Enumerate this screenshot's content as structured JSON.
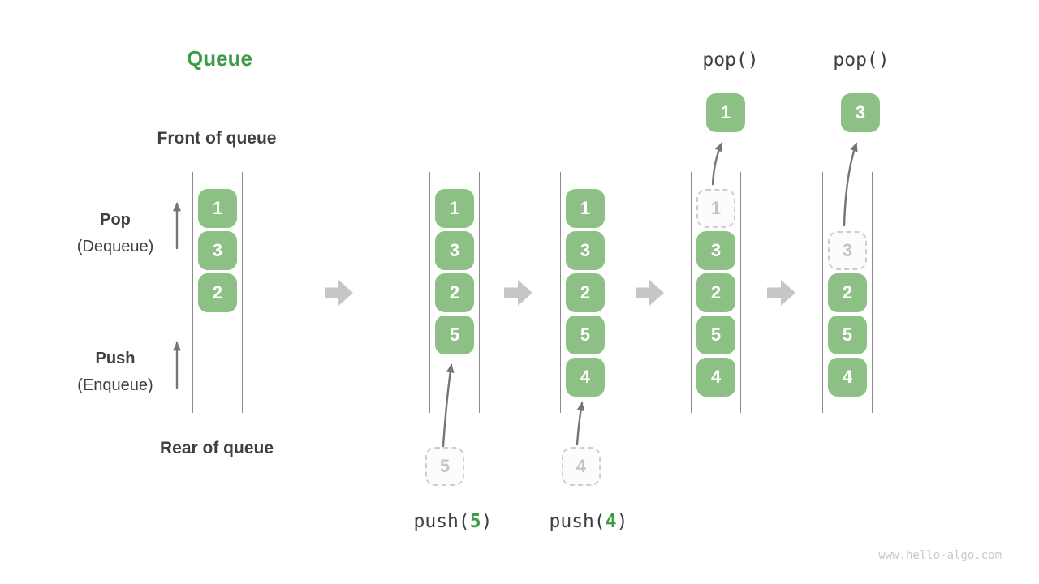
{
  "title": {
    "text": "Queue"
  },
  "labels": {
    "front_of_queue": "Front of queue",
    "rear_of_queue": "Rear of queue",
    "pop": "Pop",
    "pop_sub": "(Dequeue)",
    "push": "Push",
    "push_sub": "(Enqueue)"
  },
  "operations": {
    "pop_step4": "pop()",
    "pop_step5": "pop()",
    "push_step2": {
      "prefix": "push(",
      "value": "5",
      "suffix": ")"
    },
    "push_step3": {
      "prefix": "push(",
      "value": "4",
      "suffix": ")"
    }
  },
  "steps": [
    {
      "name": "step-1",
      "cells": [
        "1",
        "3",
        "2"
      ]
    },
    {
      "name": "step-2",
      "cells": [
        "1",
        "3",
        "2",
        "5"
      ],
      "incoming": "5"
    },
    {
      "name": "step-3",
      "cells": [
        "1",
        "3",
        "2",
        "5",
        "4"
      ],
      "incoming": "4"
    },
    {
      "name": "step-4",
      "removed": "1",
      "cells": [
        "3",
        "2",
        "5",
        "4"
      ],
      "popped": "1"
    },
    {
      "name": "step-5",
      "removed": "3",
      "cells": [
        "2",
        "5",
        "4"
      ],
      "popped": "3"
    }
  ],
  "watermark": "www.hello-algo.com",
  "colors": {
    "cell_green": "#8dc084",
    "accent_green": "#3e9b47",
    "text_dark": "#3b4045",
    "thin_arrow_gray": "#757575",
    "block_arrow_gray": "#c6c6c6",
    "dashed_border_gray": "#cdcdcd",
    "column_line_gray": "#8c8c8c",
    "watermark_gray": "#c9c9c9"
  }
}
